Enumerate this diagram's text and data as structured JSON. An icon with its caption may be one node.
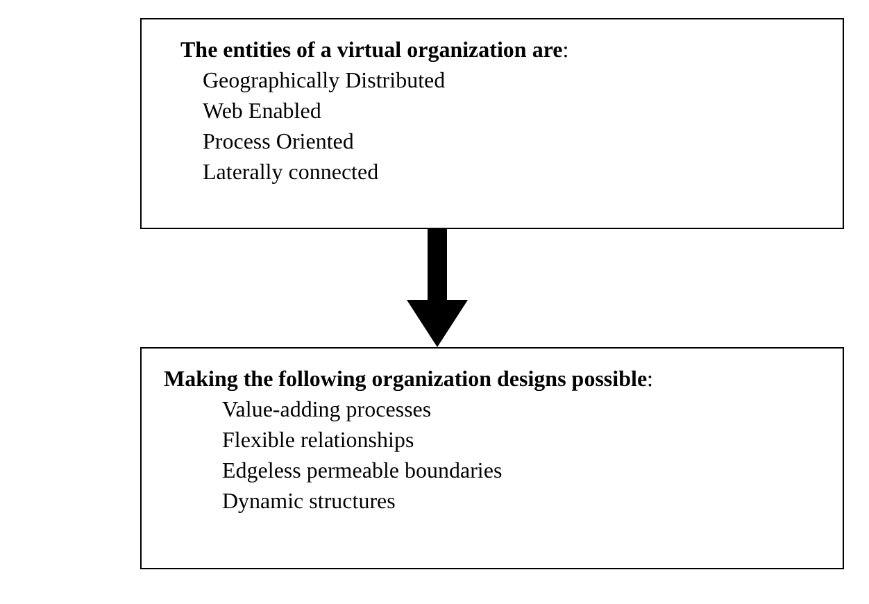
{
  "diagram": {
    "nodes": [
      {
        "text": [
          "**The entities of a virtual organization are**:",
          "Geographically Distributed",
          "Web Enabled",
          "Process Oriented",
          "Laterally connected"
        ]
      },
      {
        "text": [
          "**Making the following organization designs possible**:",
          "Value-adding processes",
          "Flexible relationships",
          "Edgeless permeable boundaries",
          "Dynamic structures"
        ]
      }
    ],
    "edges": [
      {
        "from": 0,
        "to": 1,
        "arrow": "to"
      }
    ]
  }
}
